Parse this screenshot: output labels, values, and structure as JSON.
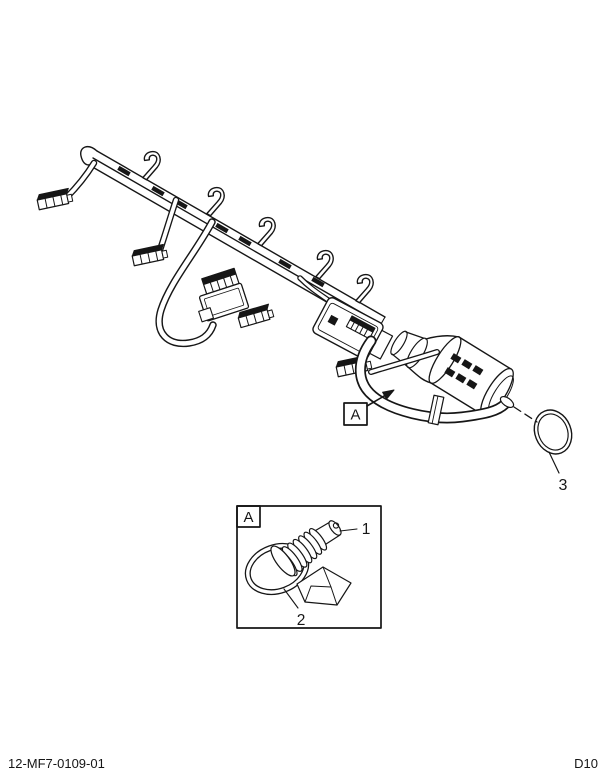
{
  "colors": {
    "ink": "#161616",
    "paper": "#ffffff"
  },
  "figure": {
    "callout_label": "A",
    "item_3_label": "3",
    "detail_view": {
      "corner_label": "A",
      "item_1_label": "1",
      "item_2_label": "2"
    }
  },
  "footer": {
    "doc_number": "12-MF7-0109-01",
    "page_code": "D10"
  }
}
